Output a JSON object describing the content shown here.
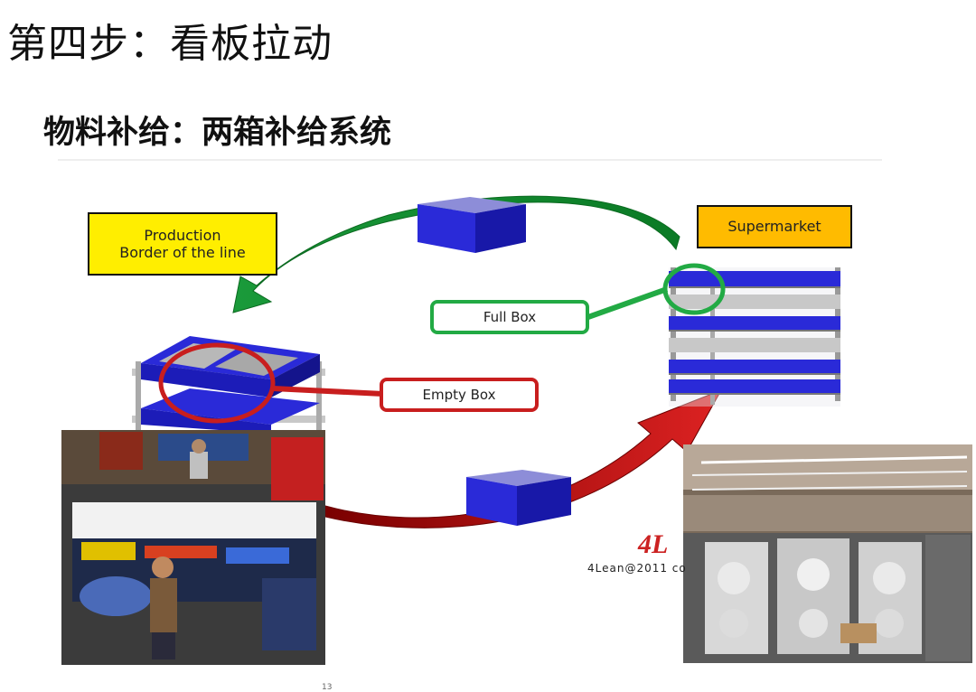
{
  "page": {
    "title": "第四步：看板拉动",
    "subtitle": "物料补给：两箱补给系统",
    "page_number": "13"
  },
  "diagram": {
    "production_label": "Production\nBorder of the line",
    "supermarket_label": "Supermarket",
    "full_box_label": "Full Box",
    "empty_box_label": "Empty Box",
    "copyright": "4Lean@2011 co",
    "logo_text": "4L",
    "colors": {
      "yellow_box": "#ffee00",
      "supermarket_box": "#ffbb00",
      "green": "#22aa44",
      "red": "#cc2222",
      "blue_bin": "#2a2ad8"
    }
  },
  "photos": {
    "left": "production-workstation-photo",
    "right": "warehouse-supermarket-photo"
  }
}
